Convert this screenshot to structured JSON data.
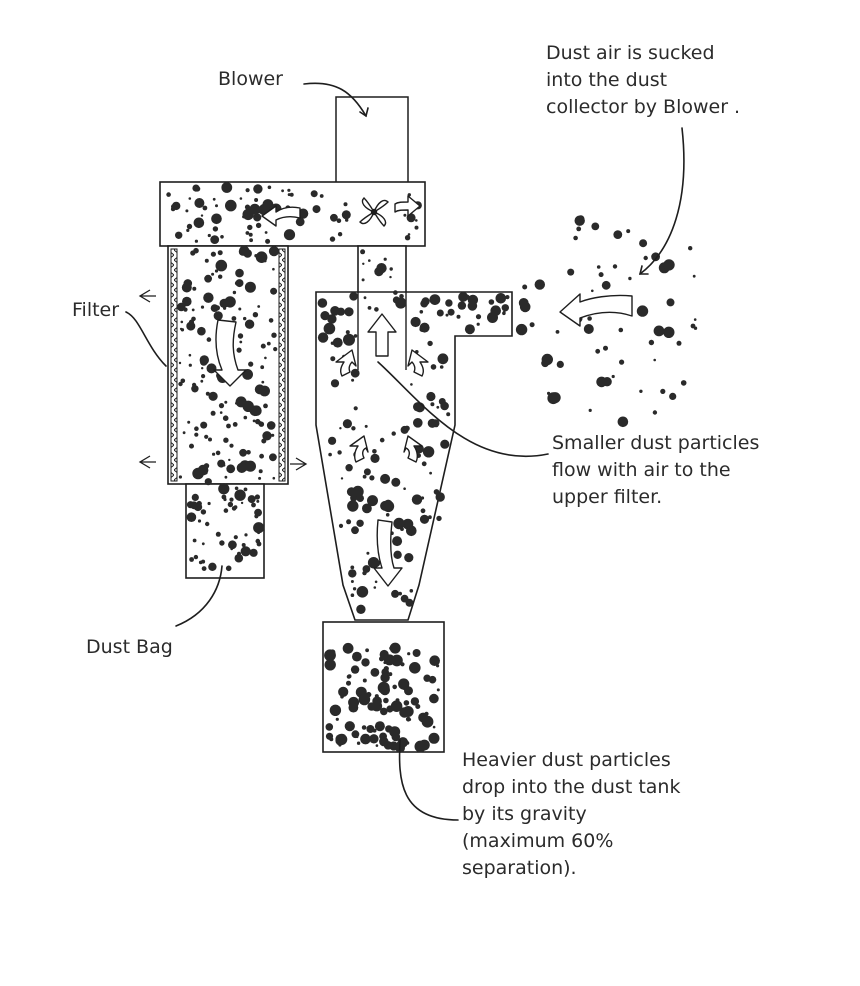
{
  "labels": {
    "blower": "Blower",
    "intake": "Dust air is sucked\ninto the dust\ncollector by Blower .",
    "filter": "Filter",
    "smaller": "Smaller dust particles\nflow with air to the\nupper filter.",
    "dust_bag": "Dust Bag",
    "heavier": "Heavier dust particles\ndrop into the dust tank\nby its gravity\n(maximum 60%\nseparation)."
  },
  "colors": {
    "stroke": "#1e1e1e",
    "particle": "#2a2a2a",
    "text": "#2b2b2b"
  }
}
